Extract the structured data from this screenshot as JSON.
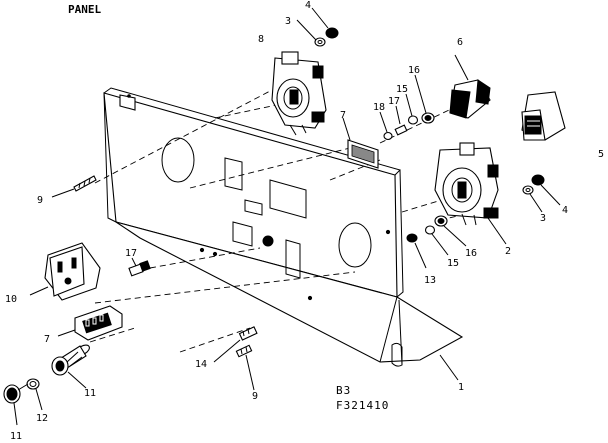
{
  "title": "PANEL",
  "drawing": {
    "code_line1": "B3",
    "code_line2": "F321410"
  },
  "callouts": [
    {
      "id": "c-4-top",
      "text": "4"
    },
    {
      "id": "c-3-top",
      "text": "3"
    },
    {
      "id": "c-8",
      "text": "8"
    },
    {
      "id": "c-6",
      "text": "6"
    },
    {
      "id": "c-16-top",
      "text": "16"
    },
    {
      "id": "c-15-top",
      "text": "15"
    },
    {
      "id": "c-17-top",
      "text": "17"
    },
    {
      "id": "c-18",
      "text": "18"
    },
    {
      "id": "c-7-top",
      "text": "7"
    },
    {
      "id": "c-5",
      "text": "5"
    },
    {
      "id": "c-9-left",
      "text": "9"
    },
    {
      "id": "c-4-right",
      "text": "4"
    },
    {
      "id": "c-3-right",
      "text": "3"
    },
    {
      "id": "c-2",
      "text": "2"
    },
    {
      "id": "c-16-bottom",
      "text": "16"
    },
    {
      "id": "c-15-bottom",
      "text": "15"
    },
    {
      "id": "c-13",
      "text": "13"
    },
    {
      "id": "c-17-left",
      "text": "17"
    },
    {
      "id": "c-10",
      "text": "10"
    },
    {
      "id": "c-7-left",
      "text": "7"
    },
    {
      "id": "c-14",
      "text": "14"
    },
    {
      "id": "c-9-bottom",
      "text": "9"
    },
    {
      "id": "c-11-mid",
      "text": "11"
    },
    {
      "id": "c-12",
      "text": "12"
    },
    {
      "id": "c-11-bottom",
      "text": "11"
    },
    {
      "id": "c-1",
      "text": "1"
    }
  ]
}
